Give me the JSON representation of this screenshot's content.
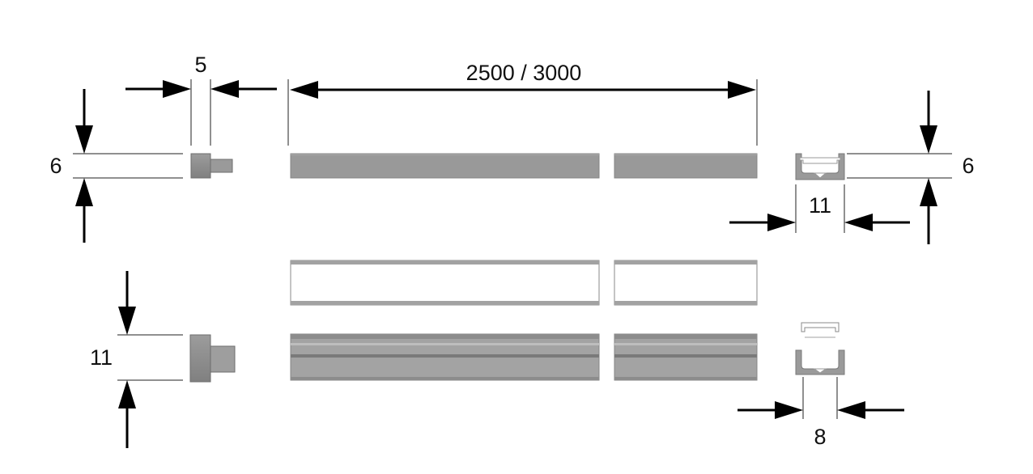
{
  "diagram": {
    "dimensions": {
      "endcap_thickness": "5",
      "profile_length": "2500 / 3000",
      "top_height_left": "6",
      "top_height_right": "6",
      "profile_width_top": "11",
      "bottom_height_left": "11",
      "profile_width_bottom": "8"
    },
    "colors": {
      "profile_gray": "#9a9a9a",
      "profile_dark": "#7d7d7d",
      "profile_light": "#b8b8b8",
      "line": "#000000"
    }
  }
}
